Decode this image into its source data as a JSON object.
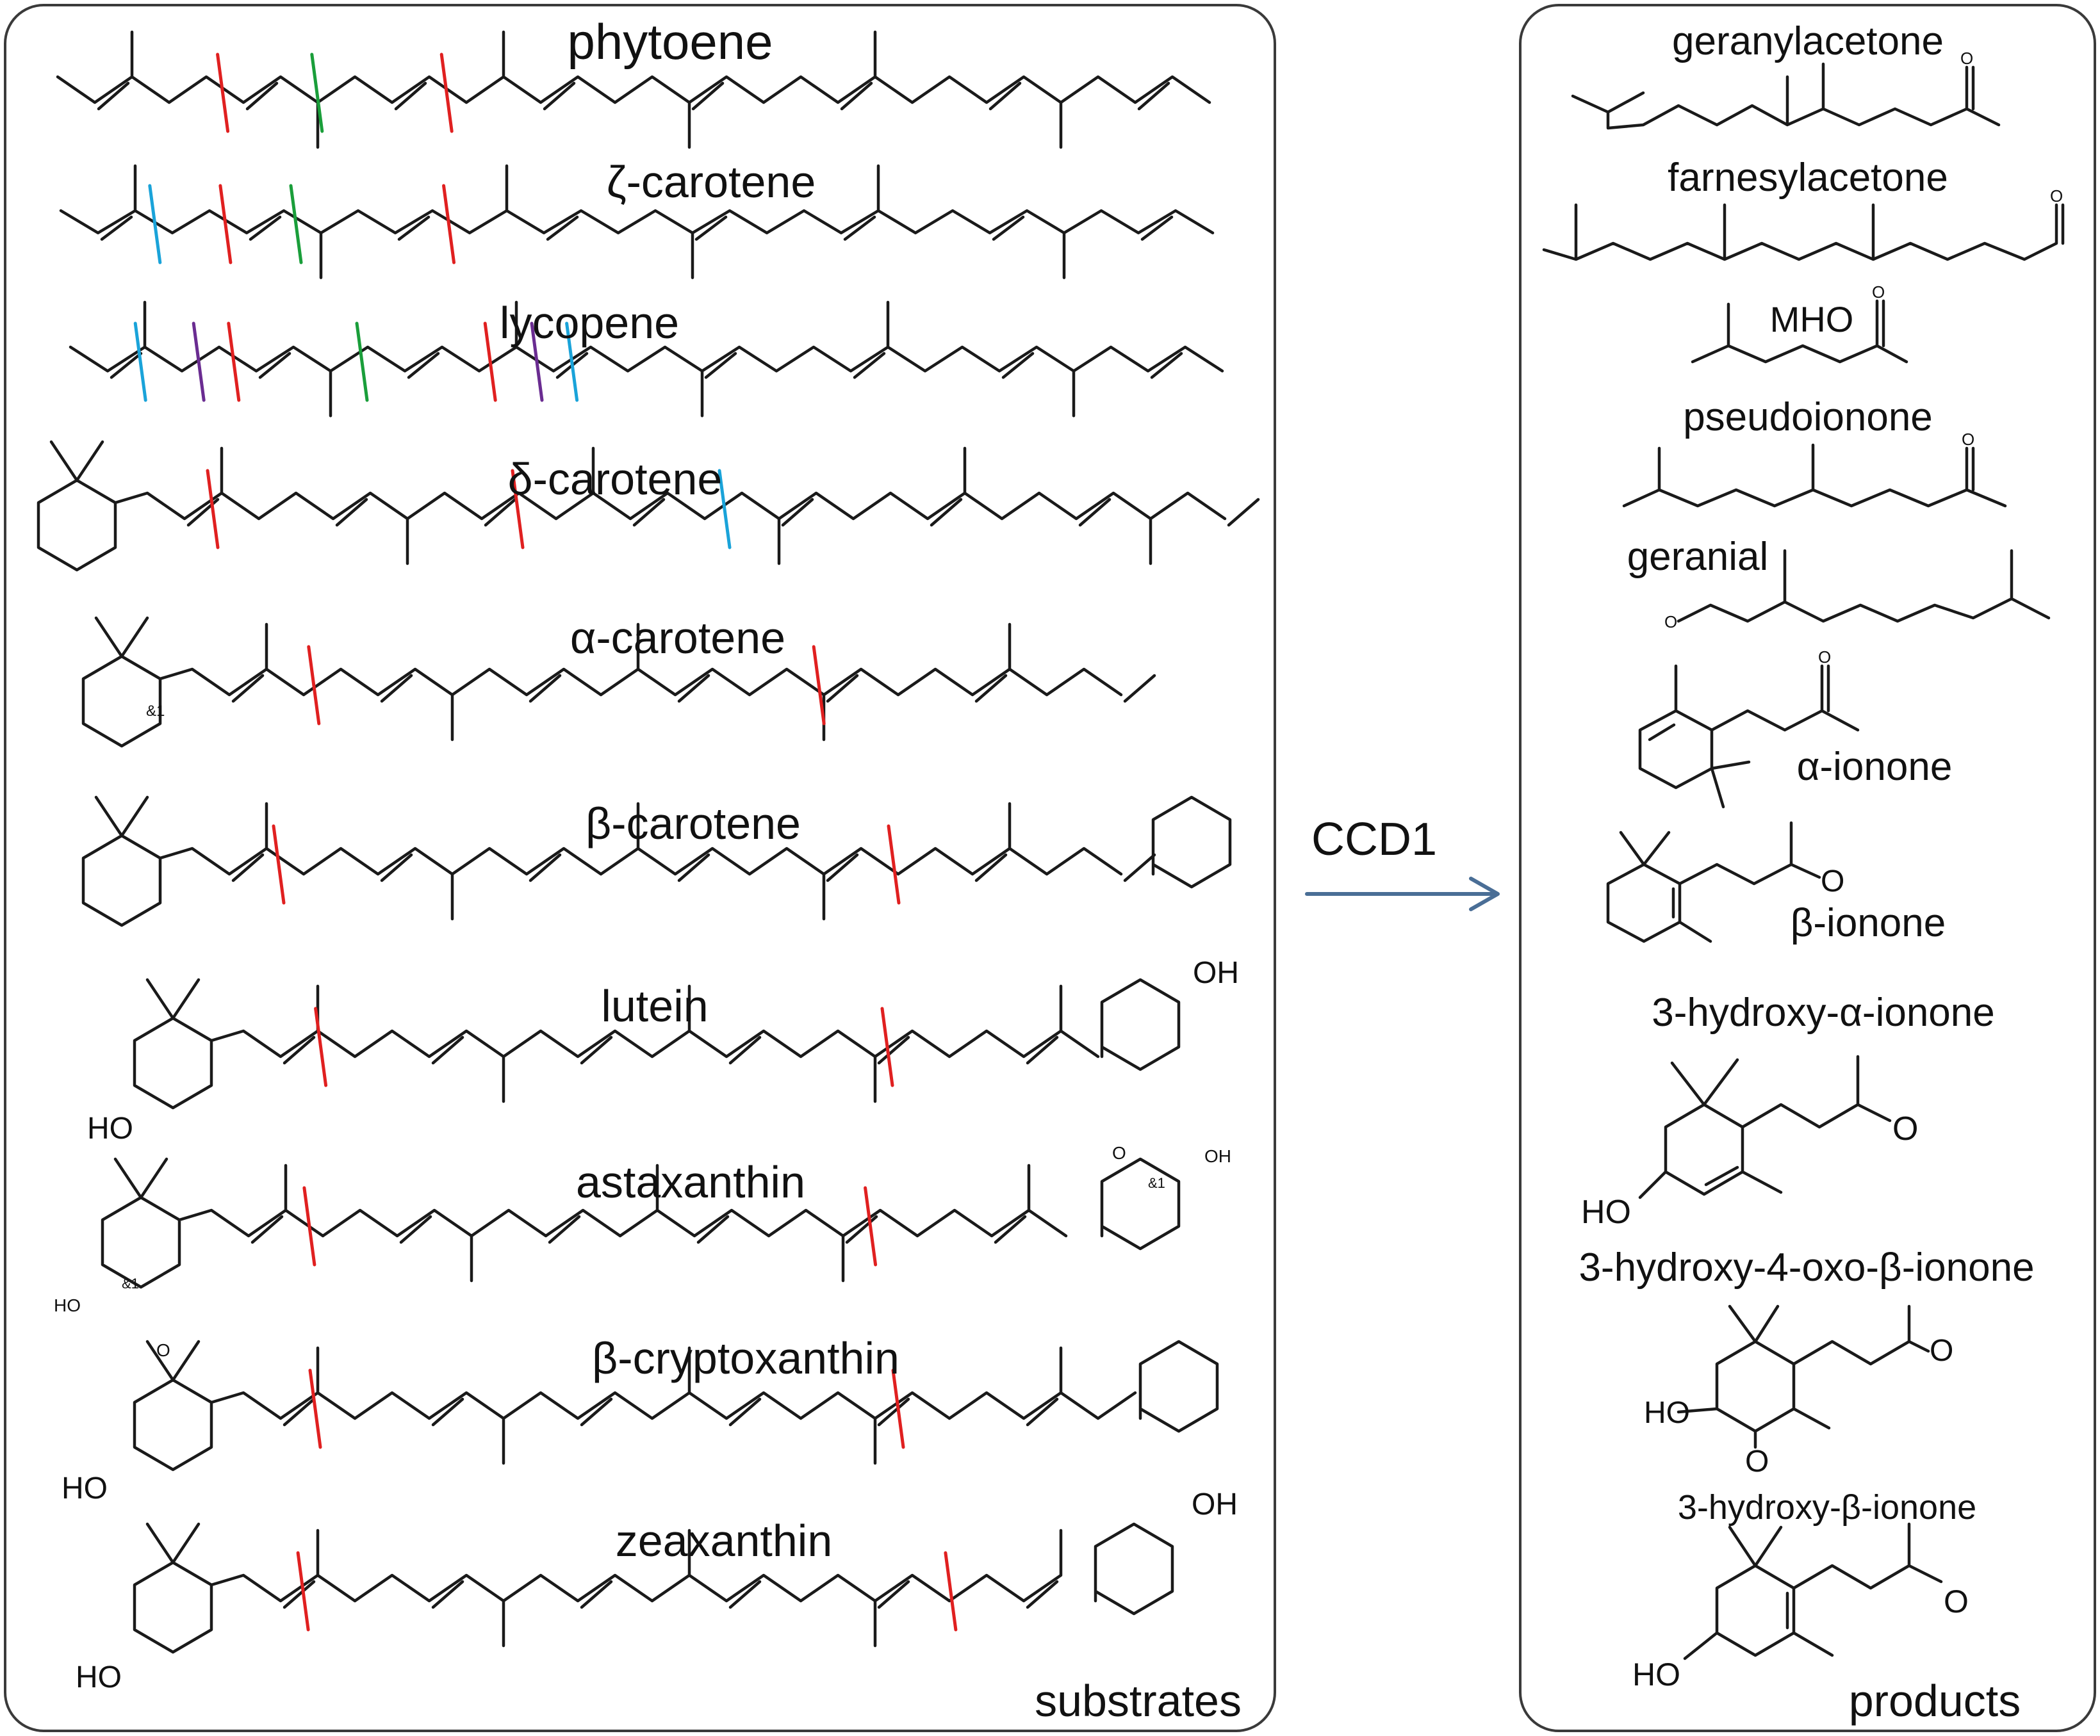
{
  "colors": {
    "cut_red": "#e02020",
    "cut_green": "#1a9e3a",
    "cut_blue": "#1aa3d9",
    "cut_purple": "#6a2c91",
    "arrow": "#4a6e96"
  },
  "panels": {
    "substrates_label": "substrates",
    "products_label": "products"
  },
  "enzyme": {
    "label": "CCD1"
  },
  "substrates": [
    {
      "name": "phytoene",
      "cuts": [
        "red",
        "green",
        "red"
      ]
    },
    {
      "name": "ζ-carotene",
      "cuts": [
        "blue",
        "red",
        "green",
        "red"
      ]
    },
    {
      "name": "lycopene",
      "cuts": [
        "blue",
        "purple",
        "red",
        "green",
        "red",
        "purple",
        "blue"
      ]
    },
    {
      "name": "δ-carotene",
      "cuts": [
        "red",
        "red",
        "blue"
      ]
    },
    {
      "name": "α-carotene",
      "cuts": [
        "red",
        "red"
      ]
    },
    {
      "name": "β-carotene",
      "cuts": [
        "red",
        "red"
      ]
    },
    {
      "name": "lutein",
      "cuts": [
        "red",
        "red"
      ]
    },
    {
      "name": "astaxanthin",
      "cuts": [
        "red",
        "red"
      ]
    },
    {
      "name": "β-cryptoxanthin",
      "cuts": [
        "red",
        "red"
      ]
    },
    {
      "name": "zeaxanthin",
      "cuts": [
        "red",
        "red"
      ]
    }
  ],
  "atom_labels": {
    "HO": "HO",
    "OH": "OH",
    "O": "O",
    "stereo": "&1"
  },
  "products": [
    {
      "name": "geranylacetone"
    },
    {
      "name": "farnesylacetone"
    },
    {
      "name": "MHO"
    },
    {
      "name": "pseudoionone"
    },
    {
      "name": "geranial"
    },
    {
      "name": "α-ionone"
    },
    {
      "name": "β-ionone"
    },
    {
      "name": "3-hydroxy-α-ionone"
    },
    {
      "name": "3-hydroxy-4-oxo-β-ionone"
    },
    {
      "name": "3-hydroxy-β-ionone"
    }
  ]
}
